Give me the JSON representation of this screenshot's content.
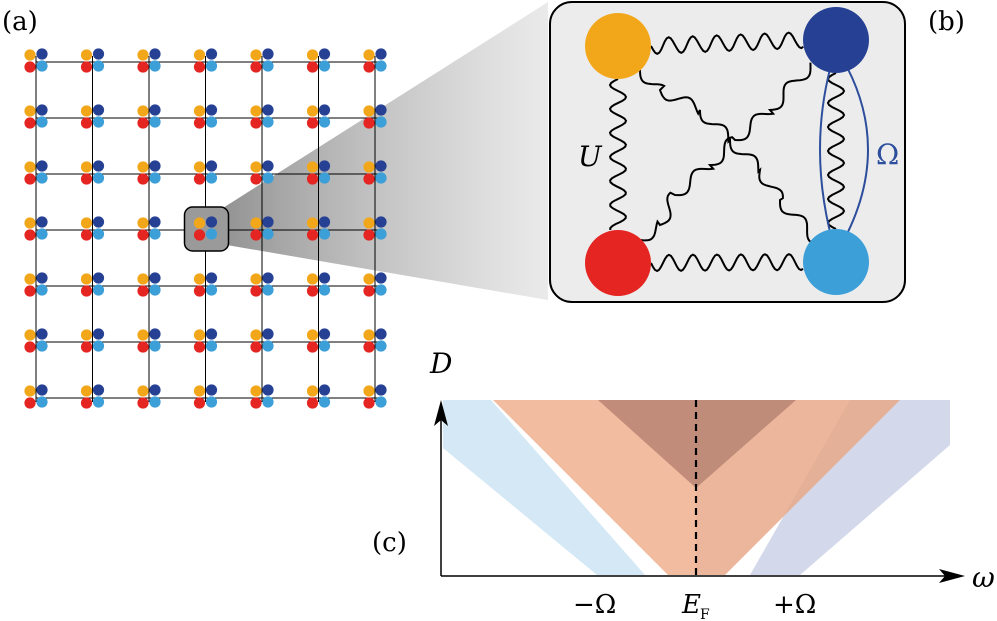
{
  "panel_labels": {
    "a": "(a)",
    "b": "(b)",
    "c": "(c)"
  },
  "colors": {
    "orange": "#f2a71b",
    "dark_blue": "#264193",
    "red": "#e42522",
    "light_blue": "#3d9fd8",
    "lattice_line": "#000000",
    "zoom_box_fill": "#ececec",
    "band_light_blue": "#b7d8ef",
    "band_orange": "#f6b48c",
    "band_brown": "#b07d6e",
    "band_lavender": "#aeb8d9"
  },
  "lattice": {
    "rows": 7,
    "cols": 7,
    "highlight_row": 3,
    "highlight_col": 3
  },
  "panel_b": {
    "interaction_label": "U",
    "hybridization_label": "Ω",
    "nodes": [
      {
        "id": "top-left",
        "color": "orange"
      },
      {
        "id": "top-right",
        "color": "dark_blue"
      },
      {
        "id": "bottom-left",
        "color": "red"
      },
      {
        "id": "bottom-right",
        "color": "light_blue"
      }
    ]
  },
  "panel_c": {
    "y_axis_label": "D",
    "x_axis_label": "ω",
    "tick_labels": {
      "minus_omega": "−Ω",
      "fermi": "E",
      "fermi_sub": "F",
      "plus_omega": "+Ω"
    }
  }
}
